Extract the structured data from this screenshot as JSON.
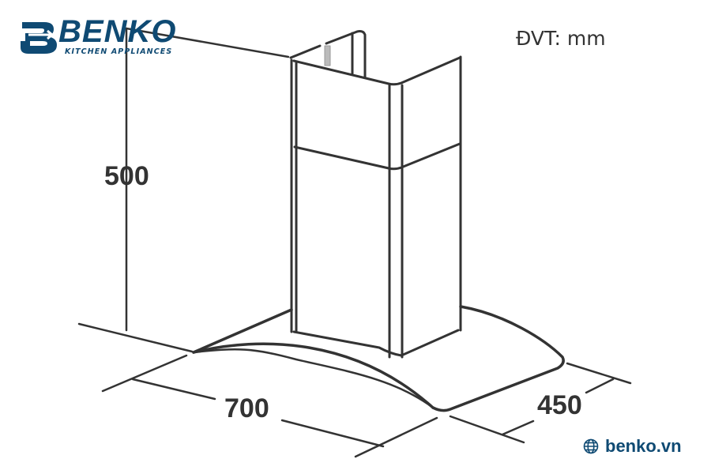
{
  "brand": {
    "name": "BENKO",
    "tagline": "KITCHEN APPLIANCES",
    "color": "#0f4a73"
  },
  "unit_label": "ĐVT: mm",
  "dimensions": {
    "height": "500",
    "width": "700",
    "depth": "450"
  },
  "website": {
    "icon": "globe-icon",
    "text": "benko.vn"
  },
  "drawing": {
    "subject": "chimney range hood with curved glass canopy",
    "line_color": "#333333"
  }
}
